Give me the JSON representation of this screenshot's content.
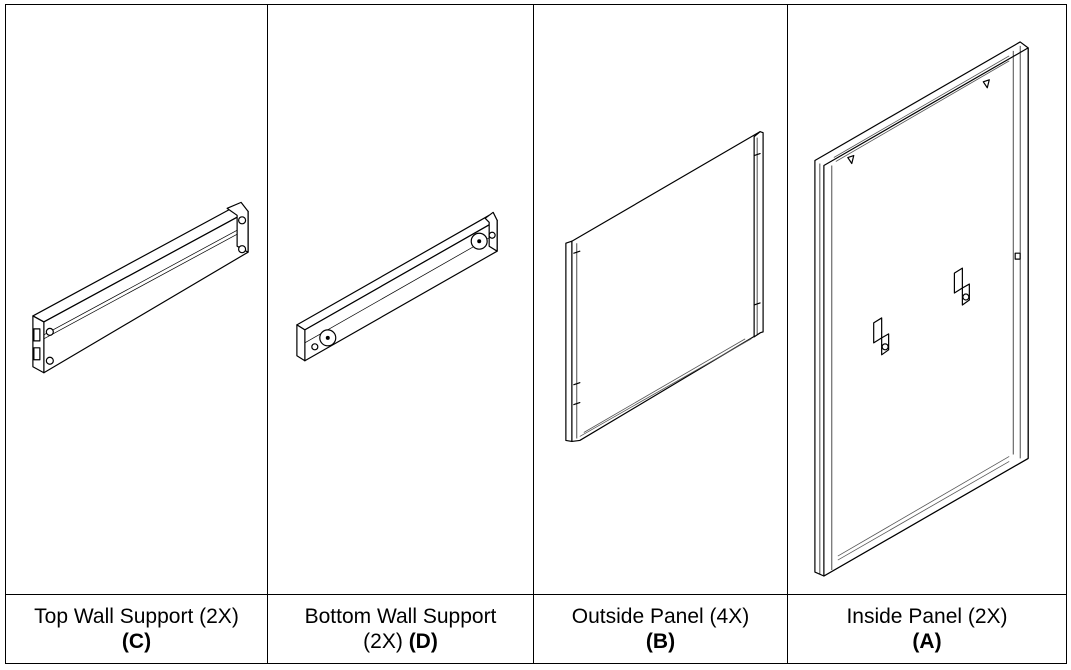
{
  "parts": [
    {
      "name": "Top Wall Support (2X)",
      "code": "(C)"
    },
    {
      "name": "Bottom Wall Support",
      "name_line2": "(2X)",
      "code": "(D)"
    },
    {
      "name": "Outside Panel (4X)",
      "code": "(B)"
    },
    {
      "name": "Inside Panel (2X)",
      "code": "(A)"
    }
  ],
  "icons": [
    "top-wall-support-drawing",
    "bottom-wall-support-drawing",
    "outside-panel-drawing",
    "inside-panel-drawing"
  ]
}
